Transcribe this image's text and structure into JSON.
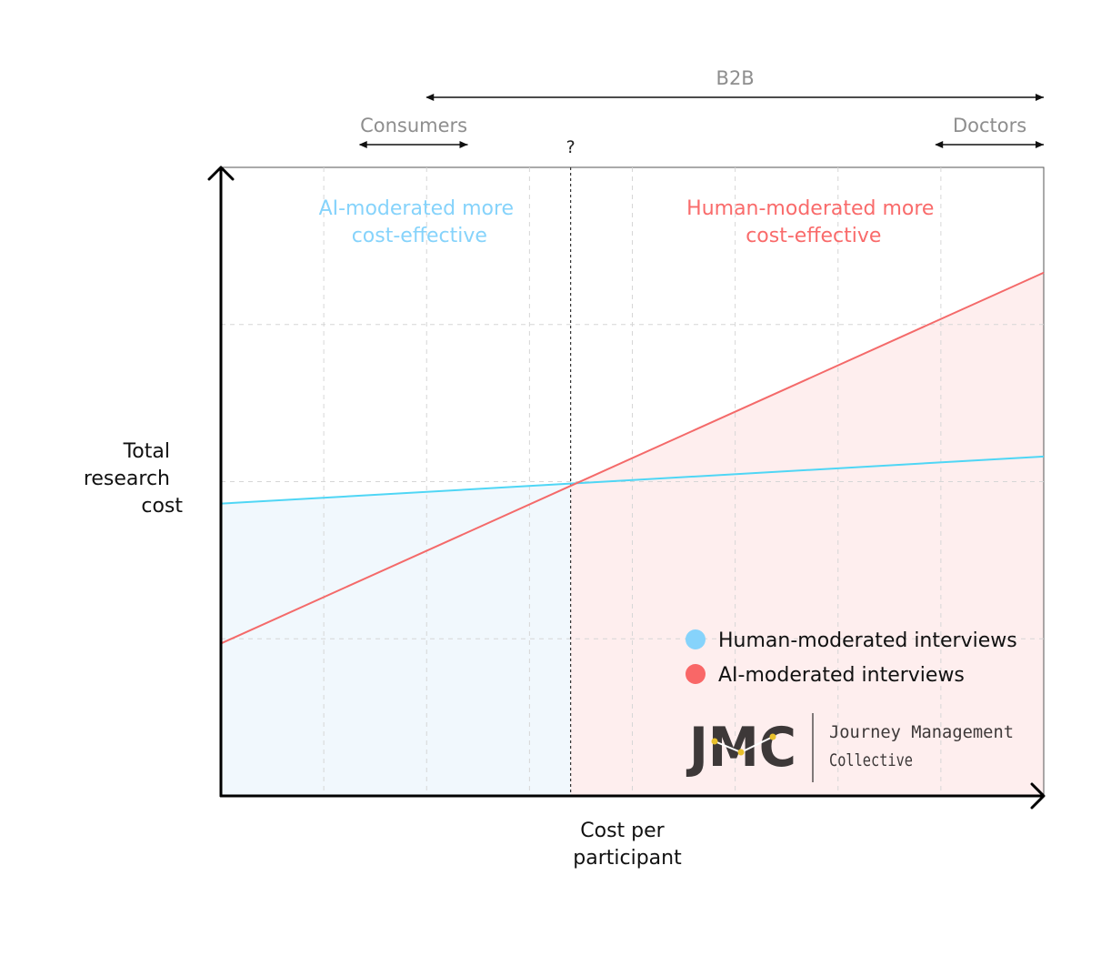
{
  "chart_data": {
    "type": "line",
    "title": "",
    "xlabel": [
      "Cost per",
      "participant"
    ],
    "ylabel": [
      "Total",
      "research",
      "cost"
    ],
    "xlim": [
      0,
      8
    ],
    "ylim": [
      0,
      4
    ],
    "grid": true,
    "crossover_x": 3.4,
    "crossover_label": "?",
    "series": [
      {
        "name": "Human-moderated interviews",
        "color": "#4fd6f5",
        "legend_color": "#86d3fb",
        "x": [
          0,
          8
        ],
        "y": [
          1.86,
          2.16
        ]
      },
      {
        "name": "AI-moderated interviews",
        "color": "#f46a6a",
        "legend_color": "#f96767",
        "x": [
          0,
          8
        ],
        "y": [
          0.97,
          3.33
        ]
      }
    ],
    "regions": [
      {
        "label": [
          "AI-moderated more",
          "cost-effective"
        ],
        "color": "#86d3fb",
        "fill": "#f1f8fd"
      },
      {
        "label": [
          "Human-moderated more",
          "cost-effective"
        ],
        "color": "#f96b6b",
        "fill": "#feeeee"
      }
    ],
    "ranges": [
      {
        "label": "B2B",
        "x_start": 2.0,
        "x_end": 8.0,
        "row": 0
      },
      {
        "label": "Consumers",
        "x_start": 1.35,
        "x_end": 2.4,
        "row": 1
      },
      {
        "label": "Doctors",
        "x_start": 6.95,
        "x_end": 8.0,
        "row": 1
      }
    ],
    "legend": "bottom-right"
  },
  "logo": {
    "mark": "JMC",
    "line1": "Journey Management",
    "line2": "Collective",
    "dot_color": "#e8c02b"
  }
}
